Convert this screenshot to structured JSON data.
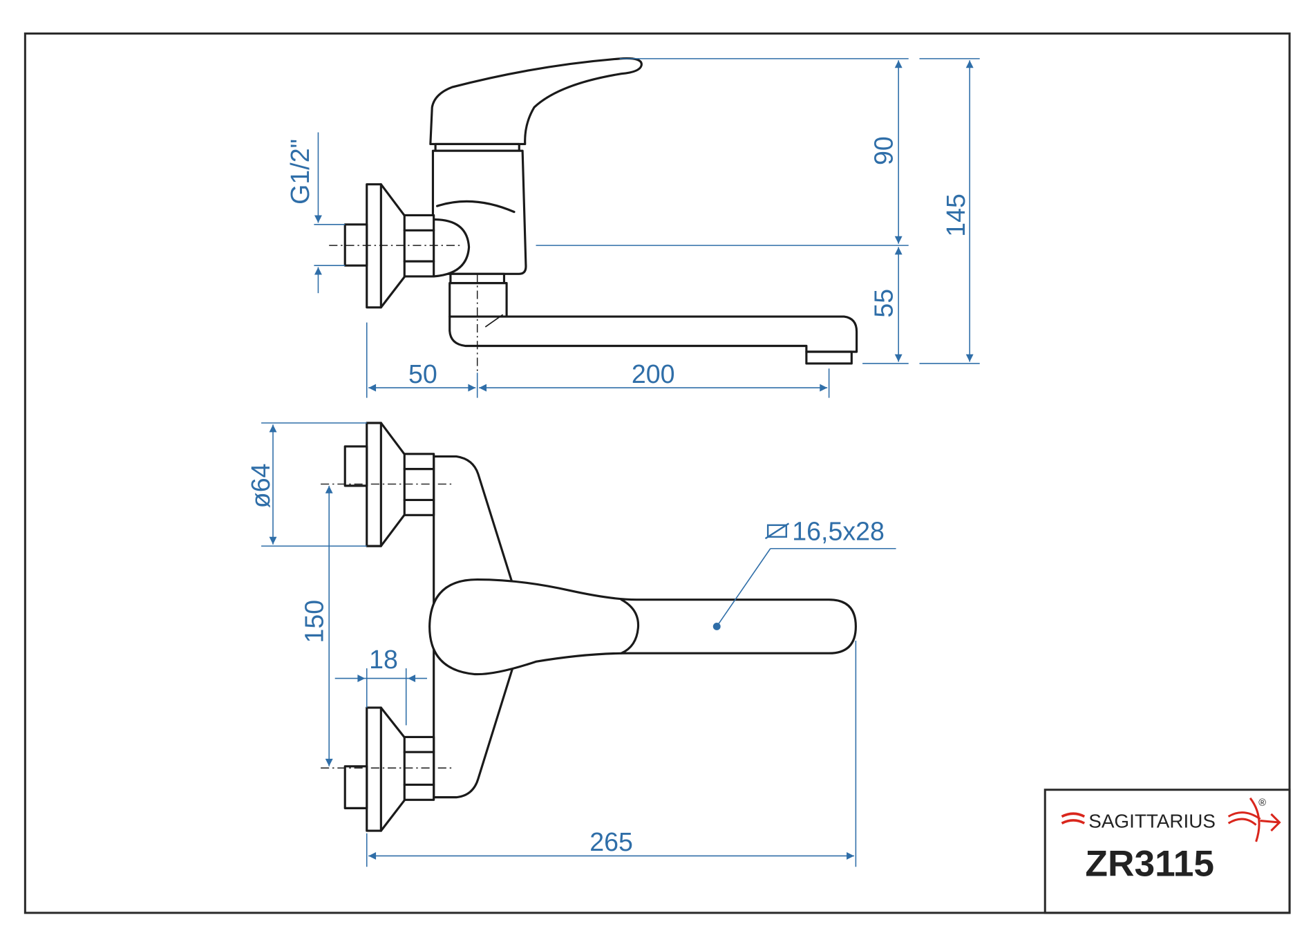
{
  "drawing": {
    "dimensions": {
      "thread": "G1/2\"",
      "height_upper": "90",
      "height_lower": "55",
      "height_total": "145",
      "wall_offset": "50",
      "spout_reach": "200",
      "flange_diameter": "ø64",
      "spacing": "150",
      "nut_width": "18",
      "total_length": "265",
      "spout_section": "16,5x28"
    }
  },
  "title_block": {
    "brand": "SAGITTARIUS",
    "registered": "®",
    "model": "ZR3115"
  },
  "colors": {
    "dimension": "#2f6ea8",
    "brand_red": "#d9261c",
    "line": "#1a1a1a"
  }
}
